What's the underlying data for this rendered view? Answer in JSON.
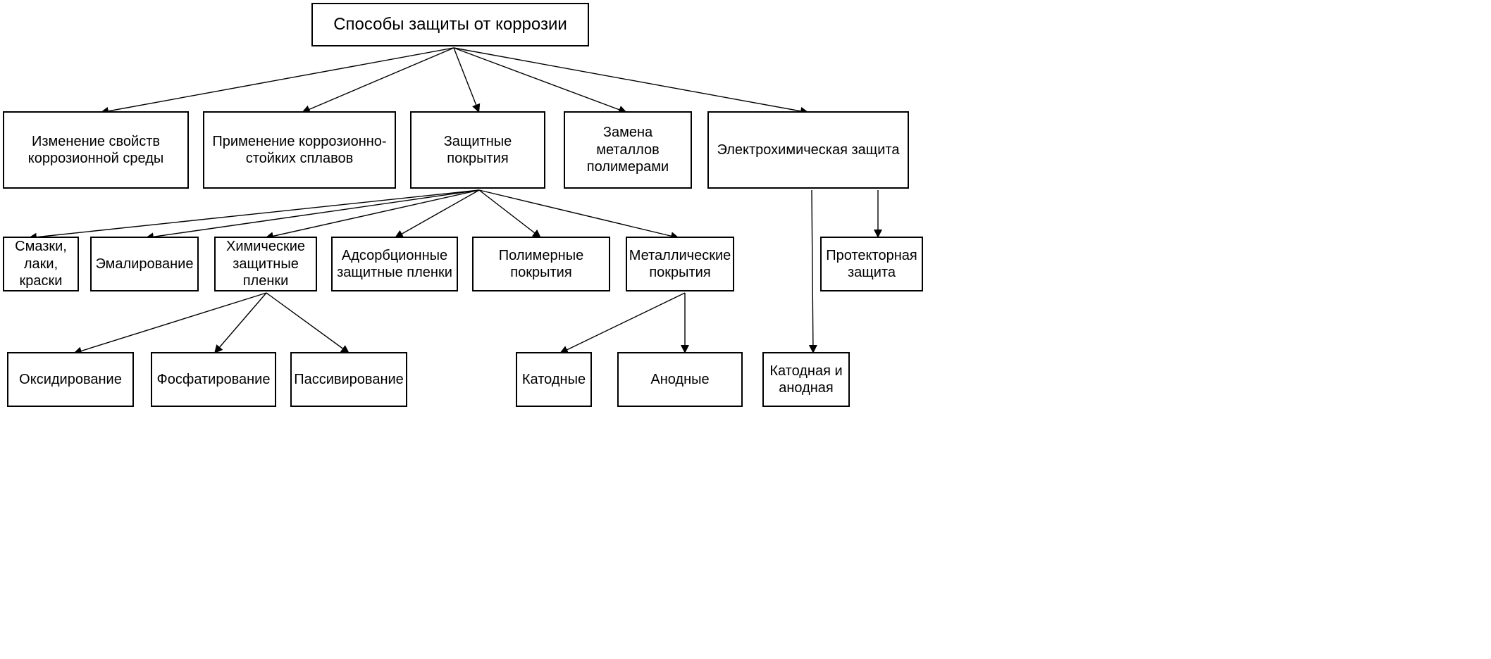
{
  "diagram": {
    "colors": {
      "stroke": "#000000",
      "fill": "#ffffff",
      "text": "#000000"
    },
    "nodes": {
      "root": {
        "label": "Способы защиты от коррозии"
      },
      "env": {
        "label": "Изменение свойств\nкоррозионной среды"
      },
      "alloys": {
        "label": "Применение коррозионно-\nстойких сплавов"
      },
      "coatings": {
        "label": "Защитные\nпокрытия"
      },
      "polymers": {
        "label": "Замена\nметаллов\nполимерами"
      },
      "electro": {
        "label": "Электрохимическая защита"
      },
      "lubricants": {
        "label": "Смазки,\nлаки,\nкраски"
      },
      "enamel": {
        "label": "Эмалирование"
      },
      "chemfilms": {
        "label": "Химические\nзащитные\nпленки"
      },
      "adsorption": {
        "label": "Адсорбционные\nзащитные пленки"
      },
      "polycoat": {
        "label": "Полимерные\nпокрытия"
      },
      "metalcoat": {
        "label": "Металлические\nпокрытия"
      },
      "protector": {
        "label": "Протекторная\nзащита"
      },
      "oxidizing": {
        "label": "Оксидирование"
      },
      "phosphating": {
        "label": "Фосфатирование"
      },
      "passivating": {
        "label": "Пассивирование"
      },
      "cathodic": {
        "label": "Катодные"
      },
      "anodic": {
        "label": "Анодные"
      },
      "cath_anod": {
        "label": "Катодная и\nанодная"
      }
    },
    "edges": [
      [
        "root",
        "env"
      ],
      [
        "root",
        "alloys"
      ],
      [
        "root",
        "coatings"
      ],
      [
        "root",
        "polymers"
      ],
      [
        "root",
        "electro"
      ],
      [
        "coatings",
        "lubricants"
      ],
      [
        "coatings",
        "enamel"
      ],
      [
        "coatings",
        "chemfilms"
      ],
      [
        "coatings",
        "adsorption"
      ],
      [
        "coatings",
        "polycoat"
      ],
      [
        "coatings",
        "metalcoat"
      ],
      [
        "chemfilms",
        "oxidizing"
      ],
      [
        "chemfilms",
        "phosphating"
      ],
      [
        "chemfilms",
        "passivating"
      ],
      [
        "metalcoat",
        "cathodic"
      ],
      [
        "metalcoat",
        "anodic"
      ],
      [
        "electro",
        "cath_anod"
      ],
      [
        "electro",
        "protector"
      ]
    ]
  }
}
